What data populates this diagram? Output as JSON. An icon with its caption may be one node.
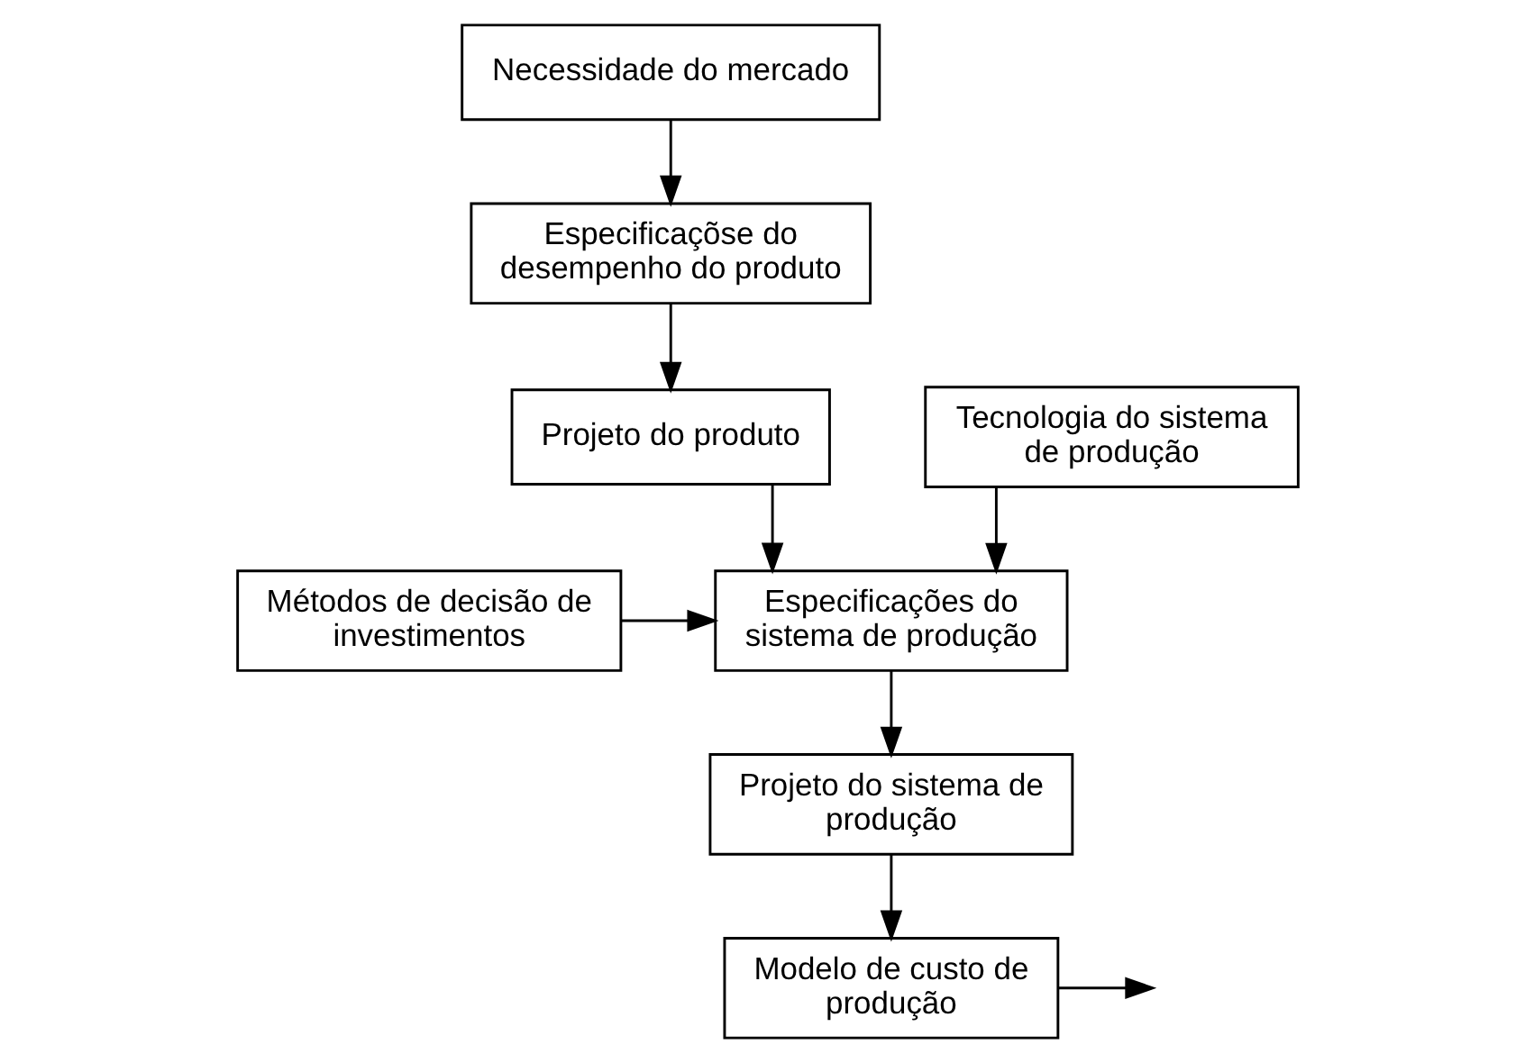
{
  "diagram": {
    "nodes": [
      {
        "text": [
          "Necessidade do mercado"
        ]
      },
      {
        "text": [
          "Especificaçõse do desempenho do produto"
        ]
      },
      {
        "text": [
          "Projeto do produto"
        ]
      },
      {
        "text": [
          "Tecnologia do sistema de produção"
        ]
      },
      {
        "text": [
          "Métodos de decisão de investimentos"
        ]
      },
      {
        "text": [
          "Especificações do sistema de produção"
        ]
      },
      {
        "text": [
          "Projeto do sistema de produção"
        ]
      },
      {
        "text": [
          "Modelo de custo de produção"
        ]
      }
    ],
    "edges": [
      {
        "from": 0,
        "to": 1,
        "arrow": "to"
      },
      {
        "from": 1,
        "to": 2,
        "arrow": "to"
      },
      {
        "from": 2,
        "to": 5,
        "arrow": "to"
      },
      {
        "from": 3,
        "to": 5,
        "arrow": "to"
      },
      {
        "from": 4,
        "to": 5,
        "arrow": "to"
      },
      {
        "from": 5,
        "to": 6,
        "arrow": "to"
      },
      {
        "from": 6,
        "to": 7,
        "arrow": "to"
      },
      {
        "from": 7,
        "to": null,
        "arrow": "to"
      }
    ]
  }
}
